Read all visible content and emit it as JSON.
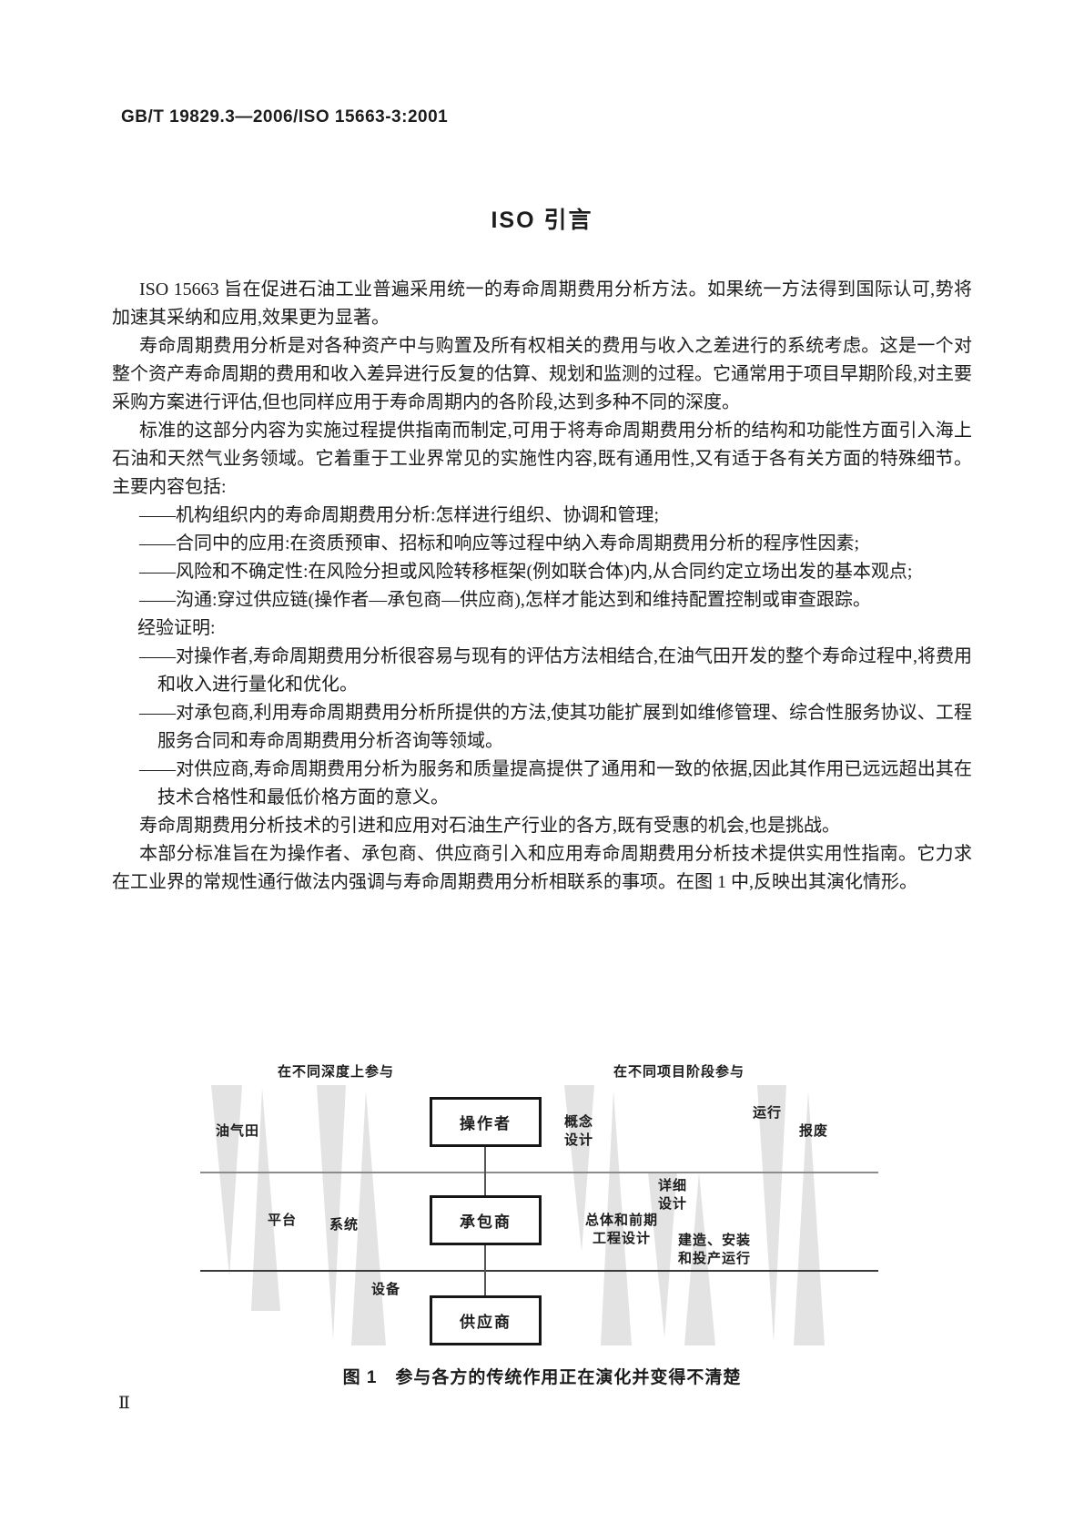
{
  "page": {
    "header": "GB/T 19829.3—2006/ISO 15663-3:2001",
    "title": "ISO 引言",
    "page_number": "Ⅱ"
  },
  "body": {
    "blocks": [
      {
        "type": "para",
        "text": "ISO 15663 旨在促进石油工业普遍采用统一的寿命周期费用分析方法。如果统一方法得到国际认可,势将加速其采纳和应用,效果更为显著。"
      },
      {
        "type": "para",
        "text": "寿命周期费用分析是对各种资产中与购置及所有权相关的费用与收入之差进行的系统考虑。这是一个对整个资产寿命周期的费用和收入差异进行反复的估算、规划和监测的过程。它通常用于项目早期阶段,对主要采购方案进行评估,但也同样应用于寿命周期内的各阶段,达到多种不同的深度。"
      },
      {
        "type": "para",
        "text": "标准的这部分内容为实施过程提供指南而制定,可用于将寿命周期费用分析的结构和功能性方面引入海上石油和天然气业务领域。它着重于工业界常见的实施性内容,既有通用性,又有适于各有关方面的特殊细节。主要内容包括:"
      },
      {
        "type": "item",
        "text": "——机构组织内的寿命周期费用分析:怎样进行组织、协调和管理;"
      },
      {
        "type": "item",
        "text": "——合同中的应用:在资质预审、招标和响应等过程中纳入寿命周期费用分析的程序性因素;"
      },
      {
        "type": "item",
        "text": "——风险和不确定性:在风险分担或风险转移框架(例如联合体)内,从合同约定立场出发的基本观点;"
      },
      {
        "type": "item",
        "text": "——沟通:穿过供应链(操作者—承包商—供应商),怎样才能达到和维持配置控制或审查跟踪。"
      },
      {
        "type": "plain",
        "text": "经验证明:"
      },
      {
        "type": "item",
        "text": "——对操作者,寿命周期费用分析很容易与现有的评估方法相结合,在油气田开发的整个寿命过程中,将费用和收入进行量化和优化。"
      },
      {
        "type": "item",
        "text": "——对承包商,利用寿命周期费用分析所提供的方法,使其功能扩展到如维修管理、综合性服务协议、工程服务合同和寿命周期费用分析咨询等领域。"
      },
      {
        "type": "item",
        "text": "——对供应商,寿命周期费用分析为服务和质量提高提供了通用和一致的依据,因此其作用已远远超出其在技术合格性和最低价格方面的意义。"
      },
      {
        "type": "para",
        "text": "寿命周期费用分析技术的引进和应用对石油生产行业的各方,既有受惠的机会,也是挑战。"
      },
      {
        "type": "para",
        "text": "本部分标准旨在为操作者、承包商、供应商引入和应用寿命周期费用分析技术提供实用性指南。它力求在工业界的常规性通行做法内强调与寿命周期费用分析相联系的事项。在图 1 中,反映出其演化情形。"
      }
    ]
  },
  "figure": {
    "left_header": "在不同深度上参与",
    "right_header": "在不同项目阶段参与",
    "boxes": {
      "operator": "操作者",
      "contractor": "承包商",
      "supplier": "供应商"
    },
    "left_labels": [
      "油气田",
      "平台",
      "系统",
      "设备"
    ],
    "right_labels": [
      "概念\n设计",
      "详细\n设计",
      "总体和前期\n工程设计",
      "建造、安装\n和投产运行",
      "运行",
      "报废"
    ],
    "caption": "图 1　参与各方的传统作用正在演化并变得不清楚"
  }
}
